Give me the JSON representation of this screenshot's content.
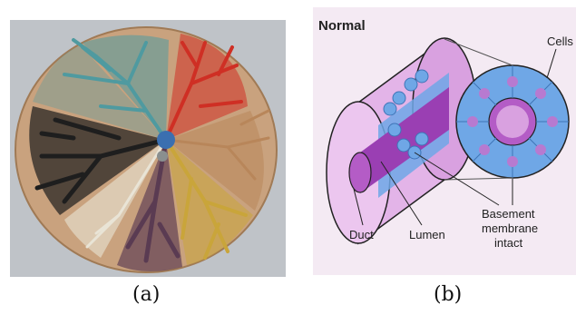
{
  "panel_a": {
    "caption": "(a)",
    "colors": {
      "background": "#bfc3c8",
      "disc": "#c9a27e",
      "teal": "#4f9aa0",
      "red": "#cf2f24",
      "brown": "#b8865a",
      "yellow": "#c9a53a",
      "purple": "#5a3b52",
      "black": "#1e1e1e",
      "white": "#e9e4d6",
      "grey": "#8a8f8f",
      "blue": "#3b6fb0"
    }
  },
  "panel_b": {
    "caption": "(b)",
    "title": "Normal",
    "labels": {
      "cells": "Cells",
      "duct": "Duct",
      "lumen": "Lumen",
      "basement_line1": "Basement",
      "basement_line2": "membrane",
      "basement_line3": "intact"
    },
    "colors": {
      "background": "#f4eaf3",
      "duct_fill": "#e3b4e8",
      "duct_dark": "#b45cc6",
      "lumen": "#9a3fb3",
      "cells": "#6fa7e6",
      "nuclei": "#b77ad0",
      "outline": "#222222"
    }
  }
}
